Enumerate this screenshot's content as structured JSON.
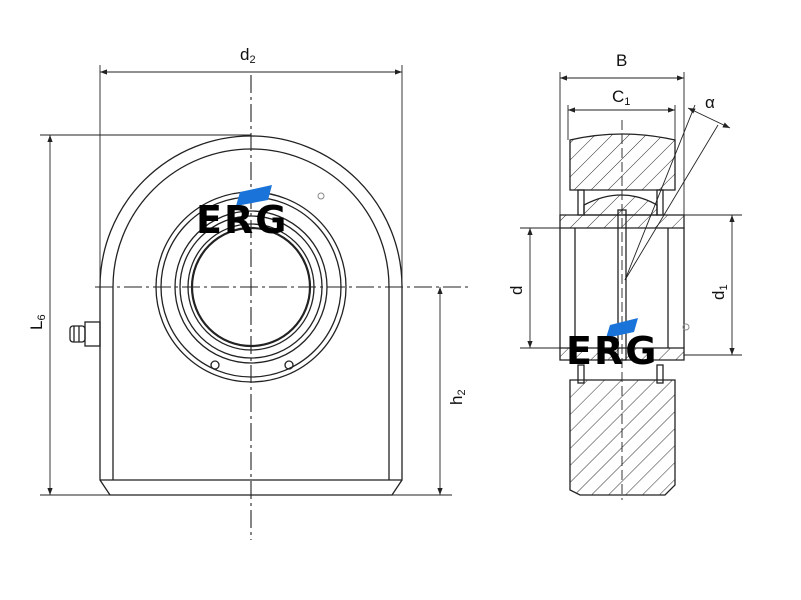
{
  "logo": {
    "text": "ERG",
    "accent_color": "#1a73d9"
  },
  "front_view": {
    "labels": {
      "d2": "d",
      "d2_sub": "2",
      "L6": "L",
      "L6_sub": "6",
      "h2": "h",
      "h2_sub": "2"
    }
  },
  "section_view": {
    "labels": {
      "B": "B",
      "C1": "C",
      "C1_sub": "1",
      "alpha": "α",
      "d": "d",
      "d1": "d",
      "d1_sub": "1"
    }
  }
}
